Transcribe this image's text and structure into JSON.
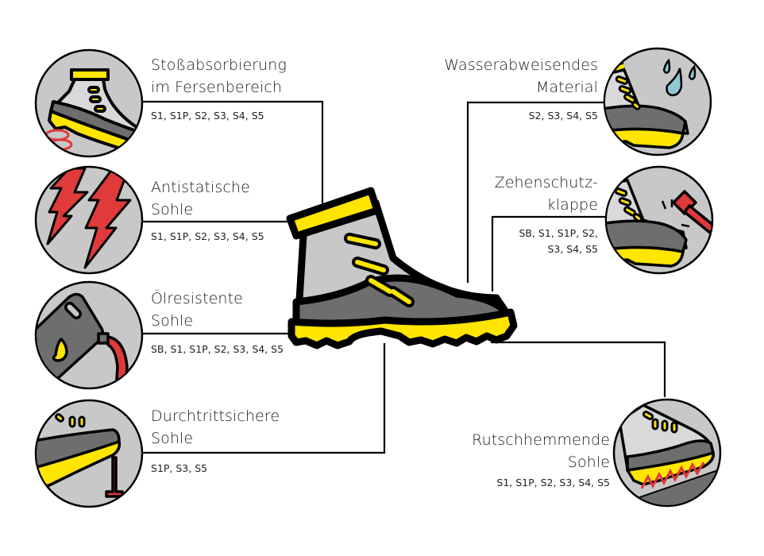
{
  "colors": {
    "yellow": "#FFE500",
    "light_grey": "#C8C8C8",
    "dark_grey": "#6E6E6E",
    "outline": "#000000",
    "red": "#E03A3A",
    "water_blue": "#8EC9D4"
  },
  "center": {
    "icon": "hiking-boot-icon"
  },
  "features": [
    {
      "id": "shock",
      "side": "left",
      "title_line1": "Stoßabsorbierung",
      "title_line2": "im Fersenbereich",
      "codes": "S1, S1P, S2, S3, S4, S5",
      "icon": "heel-shock-absorption-icon"
    },
    {
      "id": "antistatic",
      "side": "left",
      "title_line1": "Antistatische",
      "title_line2": "Sohle",
      "codes": "S1, S1P, S2, S3, S4, S5",
      "icon": "lightning-icon"
    },
    {
      "id": "oil",
      "side": "left",
      "title_line1": "Ölresistente",
      "title_line2": "Sohle",
      "codes": "SB, S1, S1P, S2, S3, S4, S5",
      "icon": "oil-canister-icon"
    },
    {
      "id": "puncture",
      "side": "left",
      "title_line1": "Durchtrittsichere",
      "title_line2": "Sohle",
      "codes": "S1P, S3, S5",
      "icon": "nail-puncture-icon"
    },
    {
      "id": "water",
      "side": "right",
      "title_line1": "Wasserabweisendes",
      "title_line2": "Material",
      "codes": "S2, S3, S4, S5",
      "icon": "water-drops-icon"
    },
    {
      "id": "toecap",
      "side": "right",
      "title_line1": "Zehenschutz-",
      "title_line2": "klappe",
      "codes_line1": "SB, S1, S1P, S2,",
      "codes_line2": "S3, S4, S5",
      "icon": "hammer-toecap-icon"
    },
    {
      "id": "slip",
      "side": "right",
      "title_line1": "Rutschhemmende",
      "title_line2": "Sohle",
      "codes": "S1, S1P, S2, S3, S4, S5",
      "icon": "anti-slip-sole-icon"
    }
  ]
}
